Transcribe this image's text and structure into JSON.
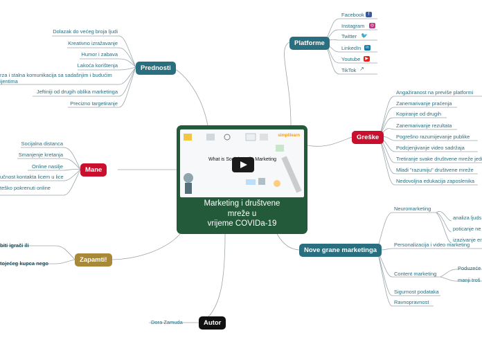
{
  "center": {
    "title_lines": [
      "Marketing i društvene",
      "mreže u",
      "vrijeme COVIDa-19"
    ],
    "video_caption": "What is Social Media Marketing ?",
    "video_brand": "simplilearn"
  },
  "branches": {
    "prednosti": {
      "label": "Prednosti",
      "color": "#2a6f80",
      "items": [
        "Dolazak do većeg broja ljudi",
        "Kreativno izražavanje",
        "Humor i zabava",
        "Lakoća korištenja",
        "rza i stalna komunikacija sa sadašnjim i budućim",
        "ijentima",
        "Jeftiniji od drugih oblika marketinga",
        "Precizno targetiranje"
      ]
    },
    "platforme": {
      "label": "Platforme",
      "color": "#2a6f80",
      "items": [
        "Facebook",
        "Instagram",
        "Twitter",
        "LinkedIn",
        "Youtube",
        "TikTok"
      ],
      "icons": [
        "facebook-icon",
        "instagram-icon",
        "twitter-icon",
        "linkedin-icon",
        "youtube-icon",
        "external-link-icon"
      ],
      "icon_colors": [
        "#3b5998",
        "#c13584",
        "#1da1f2",
        "#0e76a8",
        "#e62117",
        "#2a6f80"
      ]
    },
    "greske": {
      "label": "Greške",
      "color": "#c8102e",
      "items": [
        "Angažiranost na previše platformi",
        "Zanemarivanje praćenja",
        "Kopiranje od drugih",
        "Zanemarivanje rezultata",
        "Pogrešno razumijevanje publike",
        "Podcjenjivanje video sadržaja",
        "Tretiranje svake društvene mreže jednako",
        "Mladi \"razumiju\" društvene mreže",
        "Nedovoljna edukacija zaposlenika"
      ]
    },
    "mane": {
      "label": "Mane",
      "color": "#c8102e",
      "items": [
        "Socijalna distanca",
        "Smanjenje kretanja",
        "Online nasilje",
        "učnost kontakta licem u lice",
        "teško pokrenuti online"
      ]
    },
    "nove_grane": {
      "label": "Nove grane marketinga",
      "color": "#2a6f80",
      "items": [
        "Neuromarketing",
        "Personalizacija i video marketing",
        "Content marketing",
        "Sigurnost podataka",
        "Ravnopravnost"
      ],
      "neuro_sub": [
        "analiza ljuds",
        "poticanje ne",
        "izazivanje er"
      ],
      "content_sub": [
        "Poduzeće",
        "manji troš"
      ]
    },
    "zapamti": {
      "label": "Zapamti!",
      "color": "#a8893a",
      "items": [
        "biti igrači ili",
        "tojećeg kupca nego"
      ]
    },
    "autor": {
      "label": "Autor",
      "color": "#111111",
      "items": [
        "Dora Zamuda"
      ]
    }
  }
}
